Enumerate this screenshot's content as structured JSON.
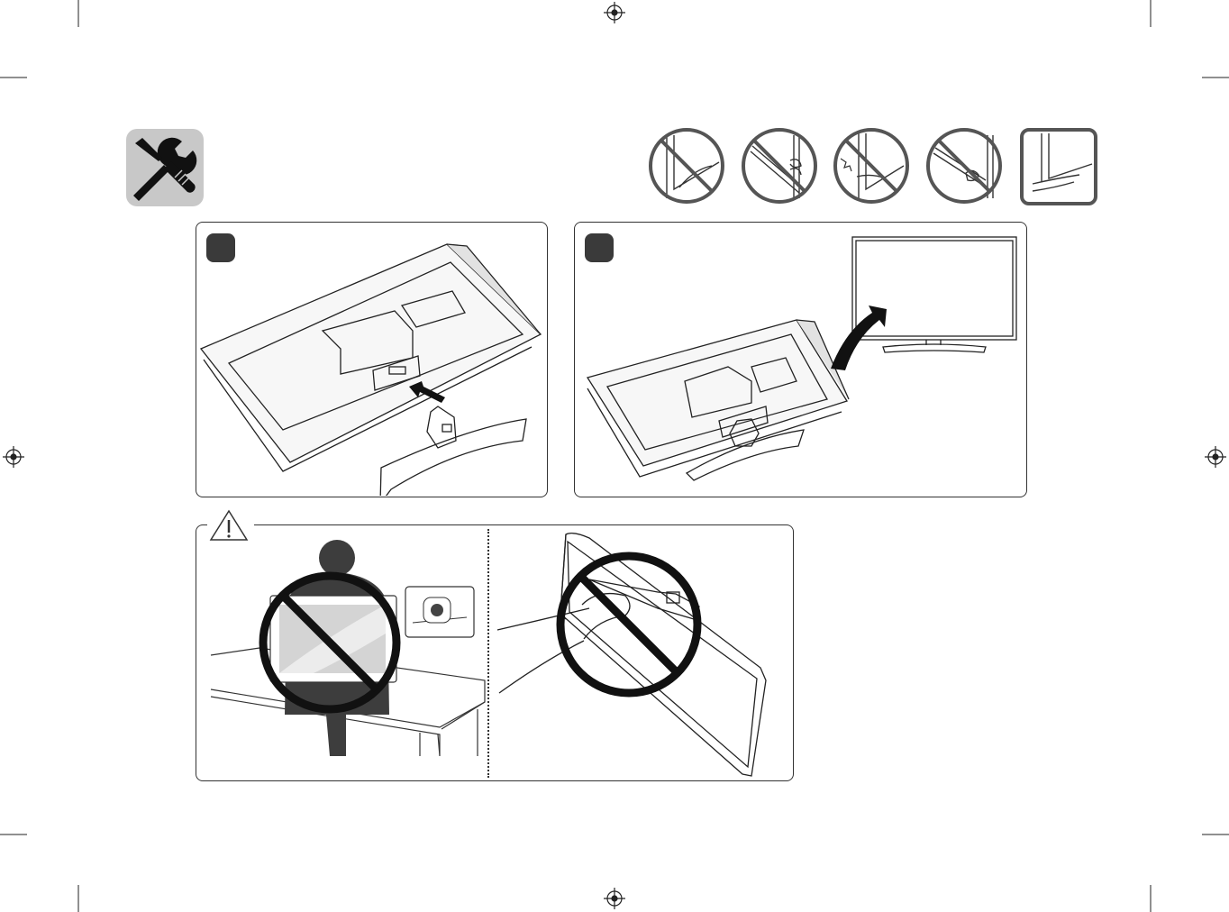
{
  "page": {
    "tool_icon": "tools-icon",
    "colors": {
      "line": "#222222",
      "panel_border": "#333333",
      "badge": "#3a3a3a",
      "tool_box": "#c8c8c8",
      "silhouette": "#3d3d3d"
    }
  },
  "handling_icons": [
    {
      "name": "do-not-lift-by-bottom-edge-icon",
      "allowed": false
    },
    {
      "name": "do-not-grip-side-icon",
      "allowed": false
    },
    {
      "name": "do-not-push-bezel-icon",
      "allowed": false
    },
    {
      "name": "do-not-hold-corner-icon",
      "allowed": false
    },
    {
      "name": "support-from-below-icon",
      "allowed": true
    }
  ],
  "steps": [
    {
      "number": "",
      "illustration": "attach-stand-base-illustration"
    },
    {
      "number": "",
      "illustration": "lift-monitor-upright-illustration"
    }
  ],
  "caution": {
    "icon": "warning-triangle-icon",
    "illustrations": [
      "do-not-carry-facing-body-illustration",
      "do-not-grip-stand-joint-illustration"
    ]
  }
}
